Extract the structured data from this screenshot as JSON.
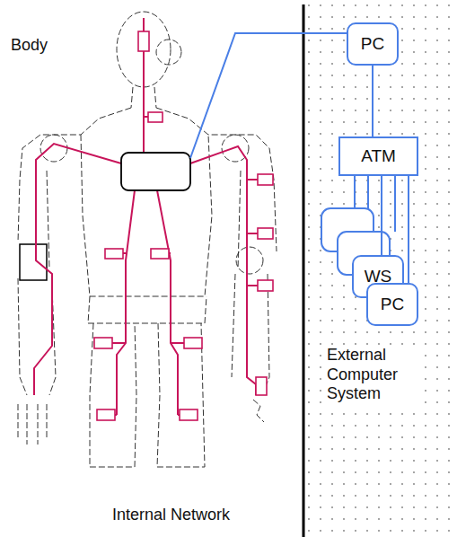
{
  "diagram": {
    "nodes": [
      {
        "text": [
          "PC"
        ]
      },
      {
        "text": [
          "ATM"
        ]
      },
      {
        "text": [
          "WS"
        ]
      },
      {
        "text": [
          "PC"
        ]
      }
    ],
    "edges": [
      {
        "from": 0,
        "to": 1,
        "arrow": "none"
      },
      {
        "from": 1,
        "to": 2,
        "arrow": "none"
      },
      {
        "from": 1,
        "to": 3,
        "arrow": "none"
      }
    ],
    "labels": [
      "Body",
      "Internal Network",
      "External Computer System"
    ]
  }
}
